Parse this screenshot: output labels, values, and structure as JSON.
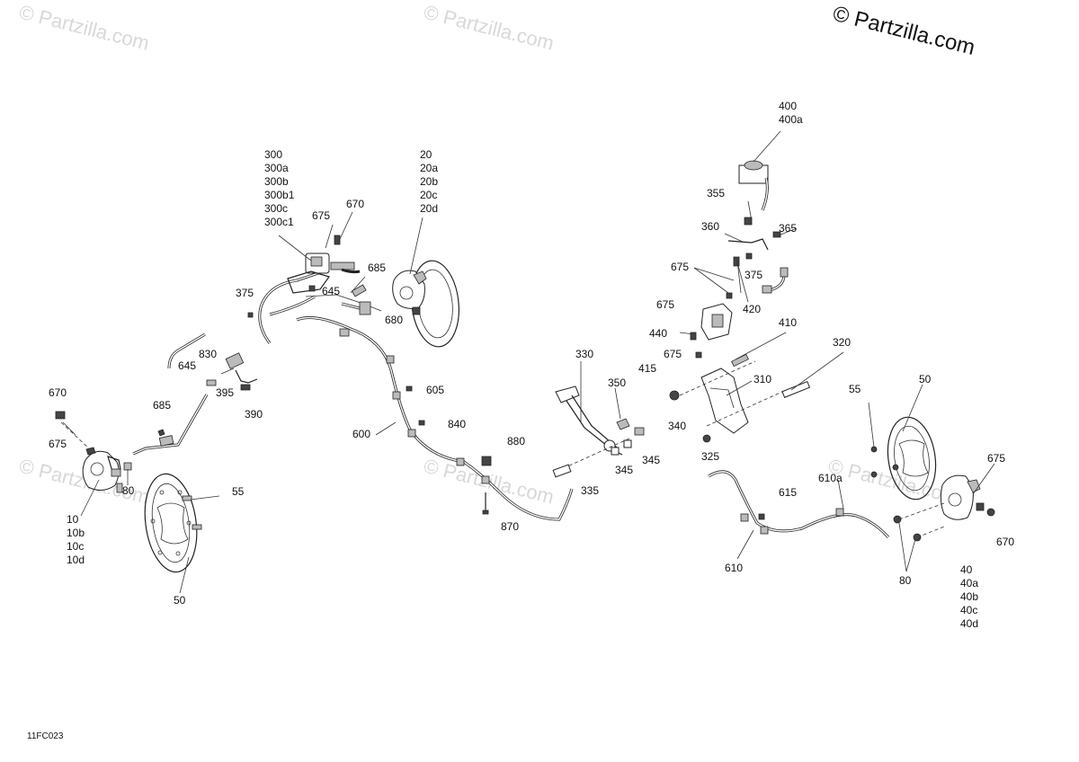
{
  "watermark": {
    "brand": "© Partzilla.com",
    "text": "© Partzilla.com"
  },
  "diagram_code": "11FC023",
  "callouts": {
    "c300": [
      "300",
      "300a",
      "300b",
      "300b1",
      "300c",
      "300c1"
    ],
    "c20": [
      "20",
      "20a",
      "20b",
      "20c",
      "20d"
    ],
    "c400": [
      "400",
      "400a"
    ],
    "c10": [
      "10",
      "10b",
      "10c",
      "10d"
    ],
    "c40": [
      "40",
      "40a",
      "40b",
      "40c",
      "40d"
    ],
    "s675a": "675",
    "s670a": "670",
    "s685a": "685",
    "s645a": "645",
    "s375a": "375",
    "s680": "680",
    "s830": "830",
    "s645b": "645",
    "s395": "395",
    "s390": "390",
    "s670b": "670",
    "s685b": "685",
    "s675b": "675",
    "s80a": "80",
    "s55a": "55",
    "s50a": "50",
    "s605": "605",
    "s840": "840",
    "s600": "600",
    "s880": "880",
    "s870": "870",
    "s330": "330",
    "s350": "350",
    "s340": "340",
    "s345a": "345",
    "s345b": "345",
    "s335": "335",
    "s355": "355",
    "s360": "360",
    "s365": "365",
    "s675c": "675",
    "s375b": "375",
    "s420": "420",
    "s675d": "675",
    "s440": "440",
    "s675e": "675",
    "s410": "410",
    "s415": "415",
    "s310": "310",
    "s320": "320",
    "s325": "325",
    "s55b": "55",
    "s50b": "50",
    "s675f": "675",
    "s670c": "670",
    "s80b": "80",
    "s615": "615",
    "s610a": "610a",
    "s610": "610"
  }
}
